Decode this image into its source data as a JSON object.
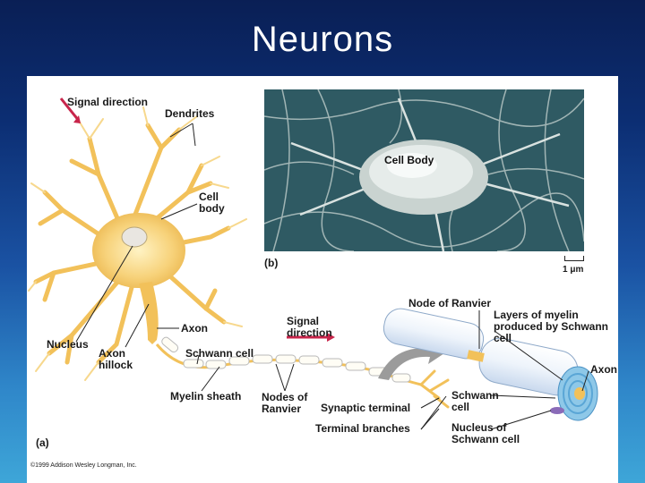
{
  "slide": {
    "title": "Neurons"
  },
  "figure": {
    "panel_a": "(a)",
    "panel_b": "(b)",
    "cell_body_photo": "Cell Body",
    "scale": "1 μm",
    "copyright": "©1999 Addison Wesley Longman, Inc.",
    "labels": {
      "signal_direction_top": "Signal direction",
      "dendrites": "Dendrites",
      "cell_body": "Cell body",
      "axon_left": "Axon",
      "nucleus": "Nucleus",
      "axon_hillock": "Axon hillock",
      "signal_direction_mid": "Signal direction",
      "schwann_cell_mid": "Schwann cell",
      "myelin_sheath": "Myelin sheath",
      "nodes_of_ranvier": "Nodes of Ranvier",
      "synaptic_terminal": "Synaptic terminal",
      "terminal_branches": "Terminal branches",
      "node_of_ranvier": "Node of Ranvier",
      "layers_of_myelin": "Layers of myelin produced by Schwann cell",
      "axon_right": "Axon",
      "schwann_cell_right": "Schwann cell",
      "nucleus_of_schwann": "Nucleus of Schwann cell"
    }
  }
}
